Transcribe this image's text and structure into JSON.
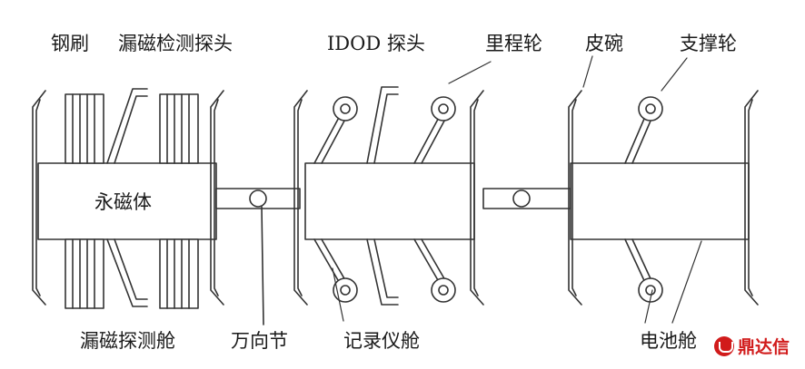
{
  "labels": {
    "steel_brush": "钢刷",
    "mfl_probe": "漏磁检测探头",
    "idod_probe": "IDOD 探头",
    "odometer_wheel": "里程轮",
    "cup": "皮碗",
    "support_wheel": "支撑轮",
    "permanent_magnet": "永磁体",
    "mfl_cabin": "漏磁探测舱",
    "universal_joint": "万向节",
    "recorder_cabin": "记录仪舱",
    "battery_cabin": "电池舱"
  },
  "watermark": {
    "text": "鼎达信",
    "logo_icon": "seal-icon"
  },
  "colors": {
    "line": "#333333",
    "fill": "#ffffff",
    "watermark": "#d11b1b"
  }
}
